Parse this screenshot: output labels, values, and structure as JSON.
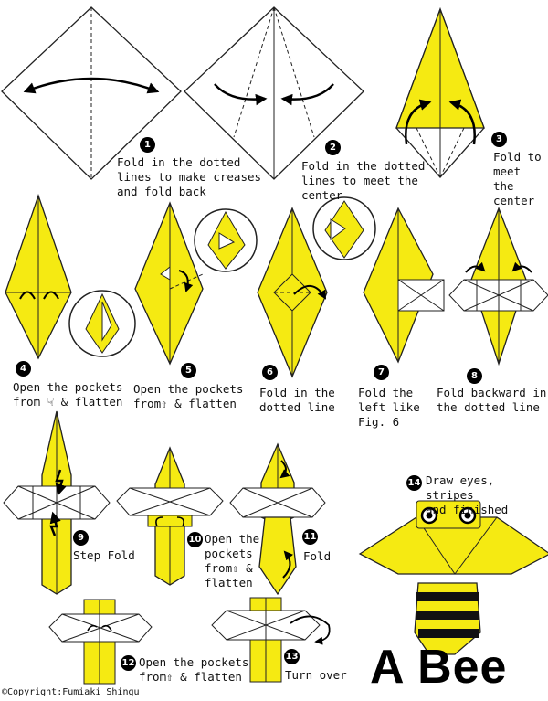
{
  "title": "A Bee",
  "copyright": "©Copyright:Fumiaki Shingu",
  "colors": {
    "paper": "#f5ea12",
    "paper_light": "#ffffff",
    "outline": "#222222",
    "stripe": "#111111"
  },
  "steps": [
    {
      "num": "1",
      "text": "Fold in the dotted\nlines to make creases\nand fold back"
    },
    {
      "num": "2",
      "text": "Fold in the dotted\nlines to meet the\ncenter"
    },
    {
      "num": "3",
      "text": "Fold to\nmeet the\ncenter"
    },
    {
      "num": "4",
      "text": "Open the pockets\nfrom ☟ & flatten"
    },
    {
      "num": "5",
      "text": "Open the pockets\nfrom⇧ & flatten"
    },
    {
      "num": "6",
      "text": "Fold in the\ndotted line"
    },
    {
      "num": "7",
      "text": "Fold the\nleft like\nFig. 6"
    },
    {
      "num": "8",
      "text": "Fold backward in\nthe dotted line"
    },
    {
      "num": "9",
      "text": "Step Fold"
    },
    {
      "num": "10",
      "text": "Open the\npockets\nfrom⇧ &\nflatten"
    },
    {
      "num": "11",
      "text": "Fold"
    },
    {
      "num": "12",
      "text": "Open the pockets\nfrom⇧ & flatten"
    },
    {
      "num": "13",
      "text": "Turn over"
    },
    {
      "num": "14",
      "text": "Draw eyes, stripes\nand finished"
    }
  ]
}
